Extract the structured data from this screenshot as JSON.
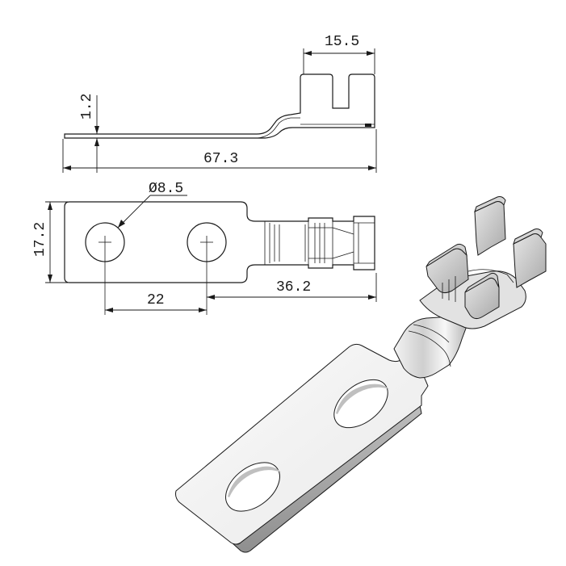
{
  "drawing": {
    "dimensions": {
      "tab_width": "15.5",
      "thickness": "1.2",
      "overall_length": "67.3",
      "hole_diameter": "Ø8.5",
      "width": "17.2",
      "hole_spacing": "22",
      "hole_to_end": "36.2"
    },
    "colors": {
      "line": "#1a1a1a",
      "metal_light": "#f4f4f4",
      "metal_mid": "#d8d8d8",
      "metal_dark": "#9a9a9a",
      "background": "#ffffff"
    }
  }
}
